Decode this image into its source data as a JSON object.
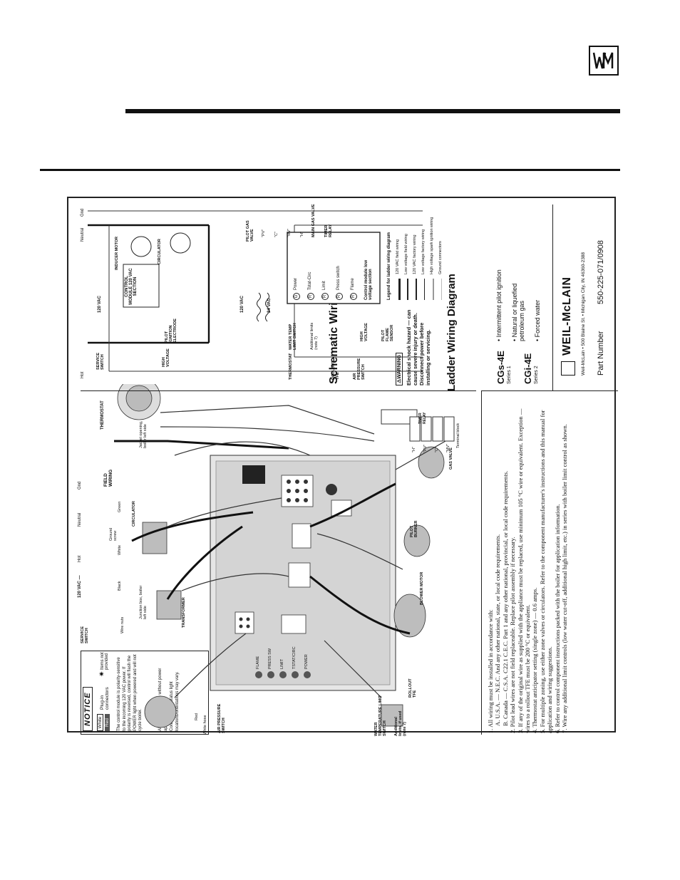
{
  "logo": {
    "monogram": "WM"
  },
  "notice": {
    "title": "NOTICE",
    "legend_white": "White",
    "legend_red": "Red",
    "plugin": "Plug-in connectors",
    "items_not_provided": "Items not provided",
    "bullets": [
      "The control module is polarity-sensitive to the incoming 120 VAC power. If polarity is reversed, control will flash the POWER light when powered and will not cycle boiler.",
      "All contacts shown without power applied.",
      "Connector and status light locations/orientations may vary."
    ]
  },
  "schematic": {
    "title": "Schematic Wiring Diagram",
    "labels": {
      "service_switch": "SERVICE SWITCH",
      "vac120": "120 VAC —",
      "hot": "Hot",
      "neutral": "Neutral",
      "gnd": "Gnd",
      "field_wiring": "FIELD WIRING",
      "thermostat": "THERMOSTAT",
      "wire_nuts": "Wire nuts",
      "ground_screw": "Ground screw",
      "black": "Black",
      "white": "White",
      "green": "Green",
      "junction_box": "Junction box, boiler left side",
      "jacket_opening": "Jacket opening, boiler left side",
      "transformer": "TRANSFORMER",
      "circulator": "CIRCULATOR",
      "air_pressure_switch": "AIR PRESSURE SWITCH",
      "red": "Red",
      "white_hose": "White hose",
      "pilot_burner": "PILOT BURNER",
      "gas_valve": "GAS VALVE",
      "timer_relay": "TIMER RELAY",
      "terminal_block": "Terminal block",
      "blower_motor": "BLOWER MOTOR",
      "rollout_tfe": "ROLLOUT TFE",
      "water_temp_limit": "WATER TEMPERATURE LIMIT SWITCH",
      "additional_limits": "Additional limits, if used (note 7)"
    },
    "status_lights": [
      "FLAME",
      "PRESS SW",
      "LIMIT",
      "TSTAT/CIRC",
      "POWER"
    ],
    "terminals": [
      "\"H\"",
      "\"PV\"",
      "\"C\"",
      "\"MV\""
    ]
  },
  "warning": {
    "title": "WARNING",
    "text": [
      "Electrical shock hazard — can",
      "cause severe injury or death.",
      "Disconnect power before",
      "installing or servicing."
    ]
  },
  "ladder": {
    "title": "Ladder Wiring Diagram",
    "labels": {
      "hot": "Hot",
      "neutral": "Neutral",
      "gnd": "Gnd",
      "service_switch": "SERVICE SWITCH",
      "vac120": "120 VAC",
      "control_module": "CONTROL MODULE 120 VAC SECTION",
      "inducer_motor": "INDUCER MOTOR",
      "circulator": "CIRCULATOR",
      "high_voltage": "HIGH VOLTAGE",
      "pilot_ignition": "PILOT IGNITION ELECTRODE",
      "vac120b": "120 VAC",
      "vac24": "24 VAC",
      "pilot_gas_valve": "PILOT GAS VALVE",
      "pv": "\"PV\"",
      "c": "\"C\"",
      "mv": "\"MV\"",
      "h": "\"H\"",
      "main_gas_valve": "MAIN GAS VALVE",
      "timer_relay": "TIMER RELAY",
      "thermostat": "THERMOSTAT",
      "water_temp_limit": "WATER TEMP LIMIT SWITCH",
      "additional_limits": "Additional limits (note 7)",
      "rollout_tfe": "ROLLOUT TFE",
      "air_pressure_switch": "AIR PRESSURE SWITCH",
      "high_voltage2": "HIGH VOLTAGE",
      "pilot_flame_sensor": "PILOT FLAME SENSOR",
      "low_voltage_section": "Control module low voltage section"
    },
    "relays": [
      "Power",
      "Tstat-Circ",
      "Limit",
      "Press switch",
      "Flame"
    ],
    "relay_letters": [
      "G",
      "R",
      "R",
      "R",
      "R"
    ]
  },
  "legend": {
    "title": "Legend for ladder wiring diagram",
    "rows": [
      "120 VAC field wiring",
      "Low voltage field wiring",
      "120 VAC factory wiring",
      "Low voltage factory wiring",
      "High voltage spark ignition wiring",
      "Ground connectors"
    ]
  },
  "notes": [
    "1. All wiring must be installed in accordance with:",
    "A. U.S.A. — N.E.C. And any other national, state, or local code requirements.",
    "B. Canada — C.S.A. C22.1 C.E.C. Part 1 and any other national, provincial, or local code requirements.",
    "2. Pilot lead wires are not field replaceable. Replace pilot assembly if necessary.",
    "3. If any of the original wire as supplied with the appliance must be replaced, use minimum 105 °C wire or equivalent. Exception — wires to a rollout TFE must be 200 °C or equivalent.",
    "4. Thermostat anticipator setting (single zone) — 0.6 amps.",
    "5. For multiple zoning, use either zone valves or circulators. Refer to the component manufacturer's instructions and this manual for application and wiring suggestions.",
    "6. Refer to control component instructions packed with the boiler for application information.",
    "7. Wire any additional limit controls (low water cut-off, additional high limit, etc.) in series with boiler limit control as shown."
  ],
  "models": {
    "model1": "CGs-4E",
    "series1": "Series 1",
    "model2": "CGi-4E",
    "series2": "Series 2",
    "features": [
      "Intermittent pilot ignition",
      "Natural or liquefied petroleum gas",
      "Forced water"
    ]
  },
  "company": {
    "brand": "WEIL-McLAIN",
    "address": "Weil-McLain • 500 Blaine St. • Michigan City, IN 46360-2388",
    "part_label": "Part Number",
    "part_number": "550-225-071/0908"
  }
}
